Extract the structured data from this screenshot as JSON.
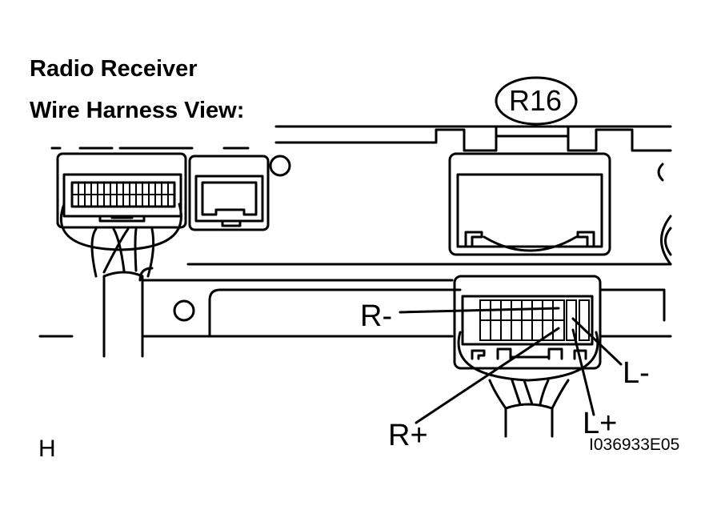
{
  "header": {
    "title": "Radio Receiver",
    "subtitle": "Wire Harness View:"
  },
  "connector": {
    "id": "R16"
  },
  "pins": {
    "r_minus": "R-",
    "r_plus": "R+",
    "l_minus": "L-",
    "l_plus": "L+"
  },
  "footer": {
    "corner_letter": "H",
    "figure_code": "I036933E05"
  }
}
